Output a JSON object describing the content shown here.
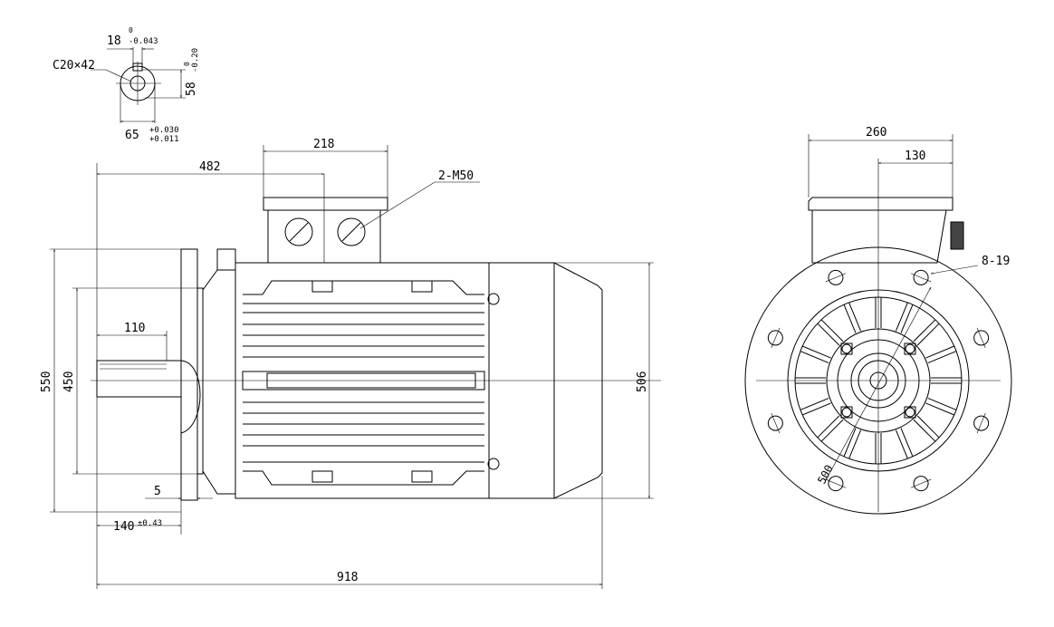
{
  "shaft_section": {
    "key_width": "18",
    "key_width_tol_upper": "0",
    "key_width_tol_lower": "-0.043",
    "center_hole": "C20×42",
    "key_depth": "58",
    "key_depth_tol_upper": "0",
    "key_depth_tol_lower": "-0.20",
    "shaft_diameter": "65",
    "shaft_diameter_tol_upper": "+0.030",
    "shaft_diameter_tol_lower": "+0.011"
  },
  "front_view": {
    "dim_box_offset": "482",
    "dim_box_width": "218",
    "cable_entries": "2-M50",
    "dim_shaft_length": "110",
    "dim_flange_outer": "550",
    "dim_spigot": "450",
    "dim_spigot_depth": "5",
    "dim_shaft_to_flange": "140",
    "dim_shaft_to_flange_tol": "±0.43",
    "dim_total_length": "918",
    "dim_height": "506"
  },
  "side_view": {
    "dim_box_width": "260",
    "dim_box_half": "130",
    "flange_holes": "8-19",
    "pitch_circle": "500"
  }
}
